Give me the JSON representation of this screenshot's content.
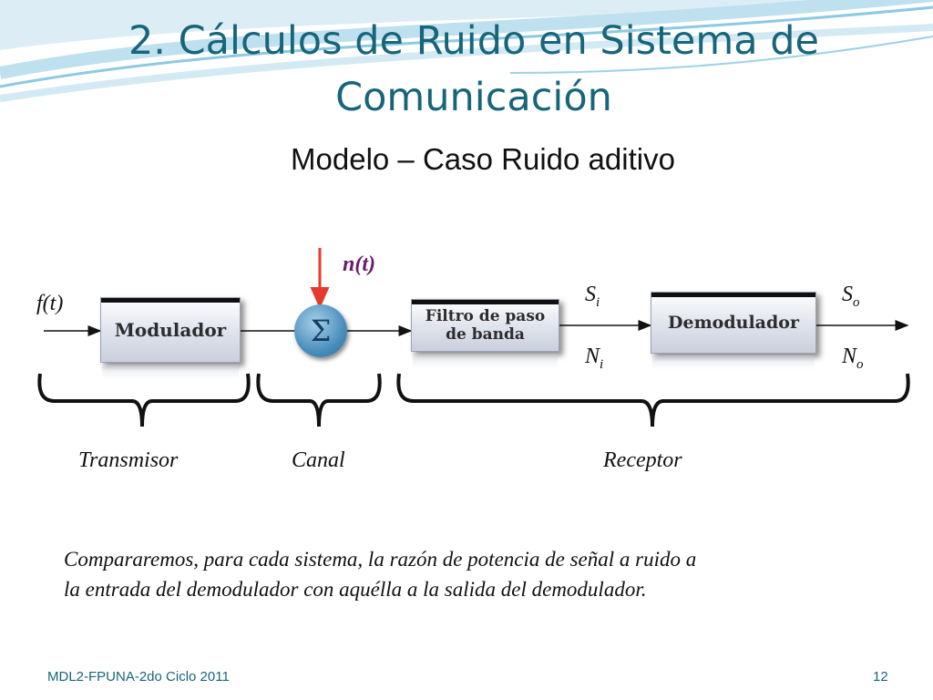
{
  "slide": {
    "title_line1": "2. Cálculos de Ruido en Sistema de",
    "title_line2": "Comunicación",
    "subtitle": "Modelo – Caso Ruido aditivo",
    "paragraph_line1": "Compararemos, para cada sistema, la razón de potencia de señal a ruido a",
    "paragraph_line2": "la entrada del demodulador con aquélla a la salida del demodulador.",
    "footer_left": "MDL2-FPUNA-2do Ciclo 2011",
    "page_number": "12"
  },
  "diagram": {
    "input_signal": "f(t)",
    "noise_signal": "n(t)",
    "sum_symbol": "Σ",
    "blocks": {
      "modulator": "Modulador",
      "bandpass_line1": "Filtro de paso",
      "bandpass_line2": "de banda",
      "demodulator": "Demodulador"
    },
    "signals": {
      "s_in": "S",
      "s_in_sub": "i",
      "n_in": "N",
      "n_in_sub": "i",
      "s_out": "S",
      "s_out_sub": "o",
      "n_out": "N",
      "n_out_sub": "o"
    },
    "groups": {
      "transmitter": "Transmisor",
      "channel": "Canal",
      "receiver": "Receptor"
    }
  },
  "colors": {
    "title": "#17657a",
    "noise_arrow": "#e53a2e",
    "noise_label": "#6b1b6b"
  }
}
